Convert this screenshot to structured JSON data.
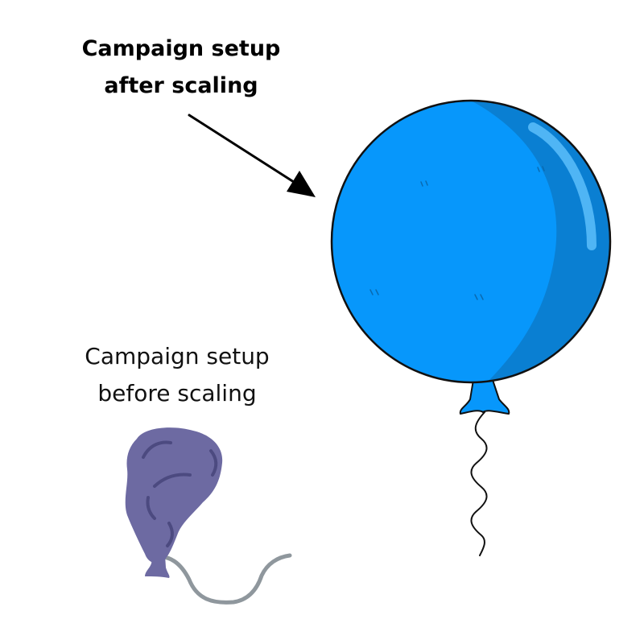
{
  "labels": {
    "after": {
      "line1": "Campaign setup",
      "line2": "after scaling"
    },
    "before": {
      "line1": "Campaign setup",
      "line2": "before scaling"
    }
  },
  "icons": {
    "inflated": "inflated-balloon-icon",
    "deflated": "deflated-balloon-icon",
    "arrow": "arrow-icon"
  },
  "colors": {
    "balloon_blue": "#0797fb",
    "balloon_shade": "#0a7fd2",
    "balloon_highlight": "#4fb5f5",
    "deflated_purple": "#6d6aa2",
    "deflated_shade": "#4c4a80",
    "string_gray": "#8f979d"
  }
}
